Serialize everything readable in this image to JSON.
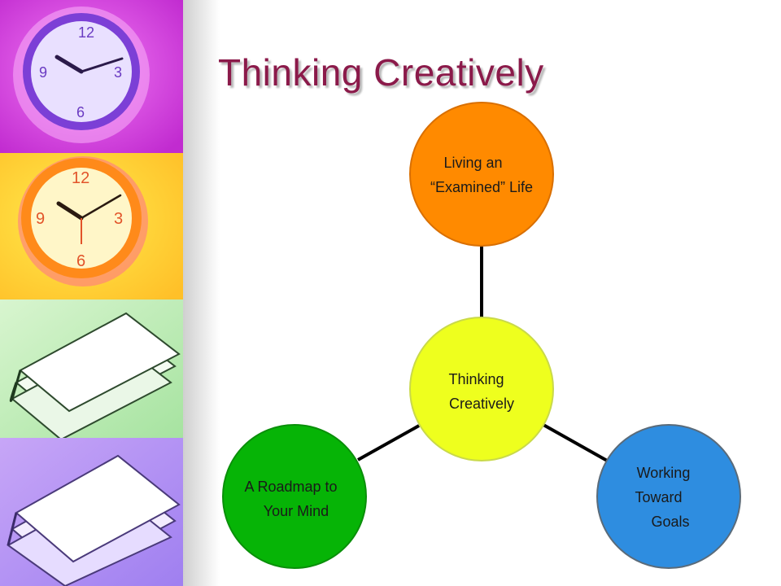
{
  "slide": {
    "title": "Thinking Creatively"
  },
  "diagram": {
    "center": {
      "lines": [
        "Thinking",
        "Creatively"
      ],
      "color": "#eeff1e",
      "border": "#c9d94a"
    },
    "nodes": [
      {
        "id": "top",
        "lines": [
          "Living an",
          "“Examined” Life"
        ],
        "color": "#ff8a00",
        "border": "#d96f00"
      },
      {
        "id": "bottom-right",
        "lines": [
          "Working",
          "Toward",
          "Goals"
        ],
        "color": "#2e8de0",
        "border": "#5a6b7a"
      },
      {
        "id": "bottom-left",
        "lines": [
          "A Roadmap to",
          "Your Mind"
        ],
        "color": "#06b406",
        "border": "#0a8f0a"
      }
    ]
  },
  "decor": {
    "panel_colors": [
      "#e043e6",
      "#ffc21e",
      "#b9e9b0",
      "#b493f0"
    ],
    "icons": [
      "clock-icon",
      "clock-icon",
      "paper-stack-icon",
      "paper-stack-icon"
    ]
  }
}
